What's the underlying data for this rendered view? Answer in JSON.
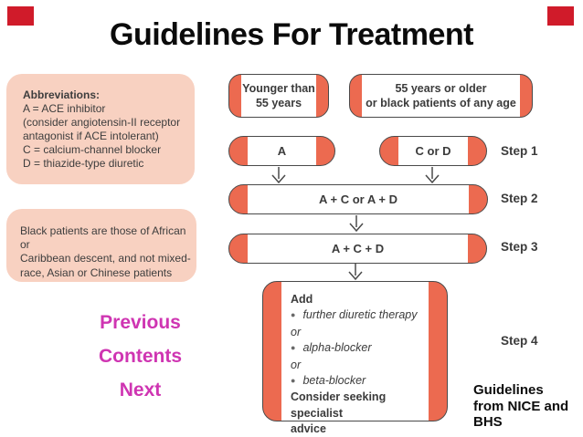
{
  "slide": {
    "title": "Guidelines For Treatment"
  },
  "colors": {
    "salmon": "#ec6a50",
    "pink_panel": "#f8d1c1",
    "node_border": "#4a4a4a",
    "text_dark": "#3d3d3d",
    "link_magenta": "#cf35b2",
    "corner_red": "#d01b2a"
  },
  "abbreviations_panel": {
    "lines": [
      "Abbreviations:",
      "A = ACE inhibitor",
      "(consider angiotensin-II receptor",
      "antagonist if ACE intolerant)",
      "C = calcium-channel blocker",
      "D = thiazide-type diuretic"
    ]
  },
  "black_patients_panel": {
    "lines": [
      "Black patients are those of African or",
      "Caribbean descent, and not mixed-",
      "race, Asian or Chinese patients"
    ]
  },
  "nav": {
    "previous": "Previous",
    "contents": "Contents",
    "next": "Next"
  },
  "flowchart": {
    "younger_box": {
      "lines": [
        "Younger than",
        "55 years"
      ]
    },
    "older_box": {
      "lines": [
        "55 years or older",
        "or black patients of any age"
      ]
    },
    "pill_a": "A",
    "pill_c_or_d": "C or D",
    "pill_acad": "A + C or A + D",
    "pill_acd": "A + C + D",
    "step_labels": [
      "Step 1",
      "Step 2",
      "Step 3",
      "Step 4"
    ],
    "add_box": {
      "bullet_glyph": "●",
      "lines": [
        "Add",
        "further diuretic therapy",
        "or",
        "alpha-blocker",
        "or",
        "beta-blocker",
        "Consider seeking specialist",
        "advice"
      ]
    }
  },
  "credit": {
    "lines": [
      "Guidelines",
      "from NICE and",
      "BHS"
    ]
  }
}
